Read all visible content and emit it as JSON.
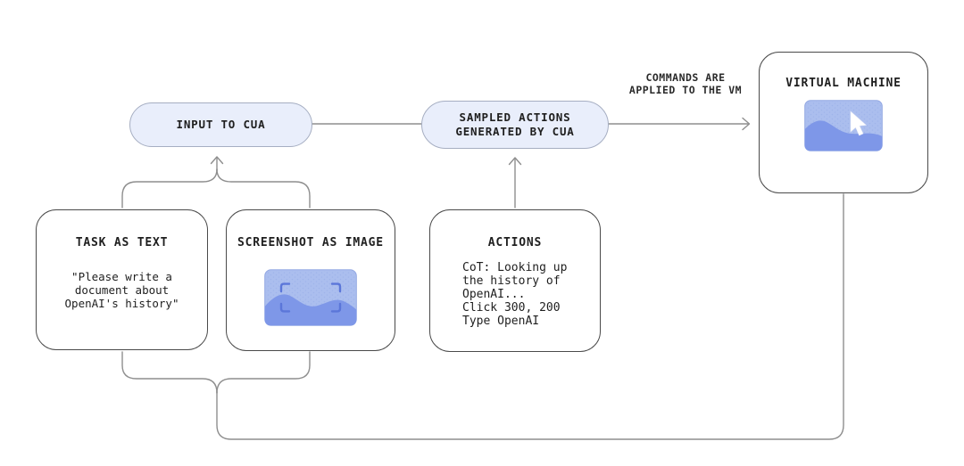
{
  "pills": {
    "input_to_cua": {
      "label": "INPUT TO CUA"
    },
    "sampled_actions": {
      "line1": "SAMPLED ACTIONS",
      "line2": "GENERATED BY CUA"
    }
  },
  "vm_annotation": {
    "line1": "COMMANDS ARE",
    "line2": "APPLIED TO THE VM"
  },
  "nodes": {
    "virtual_machine": {
      "title": "VIRTUAL MACHINE"
    },
    "task_as_text": {
      "title": "TASK AS TEXT",
      "body_lines": [
        "\"Please write a",
        "document about",
        "OpenAI's history\""
      ]
    },
    "screenshot_as_image": {
      "title": "SCREENSHOT AS IMAGE"
    },
    "actions": {
      "title": "ACTIONS",
      "body_lines": [
        "CoT: Looking up",
        "the history of",
        "OpenAI...",
        "Click 300, 200",
        "Type OpenAI"
      ]
    }
  },
  "icons": {
    "vm_screen": "screen-with-cursor-icon",
    "screenshot_thumb": "screenshot-viewfinder-icon"
  },
  "colors": {
    "pill_fill": "#e9eefb",
    "pill_border": "#a6aec2",
    "box_border": "#4a4a4a",
    "connector_gray": "#8e8e8e",
    "text": "#1f1f1f",
    "icon_light_blue": "#abbeee",
    "icon_wave_blue": "#7e97e8",
    "icon_bracket_blue": "#5b76d9",
    "icon_dot_blue": "#96abe7",
    "cursor_white": "#ffffff"
  }
}
